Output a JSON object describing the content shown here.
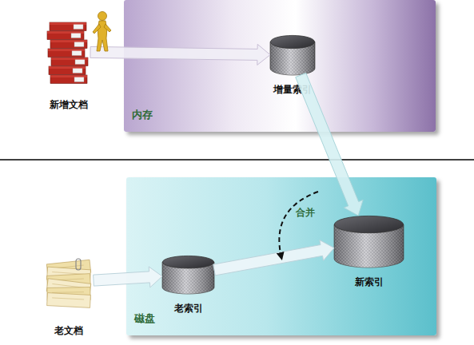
{
  "diagram": {
    "nodes": [
      {
        "text": [
          "新增文档"
        ]
      },
      {
        "text": [
          "内存"
        ]
      },
      {
        "text": [
          "增量索引"
        ],
        "in": 1
      },
      {
        "text": [
          "老文档"
        ]
      },
      {
        "text": [
          "磁盘"
        ]
      },
      {
        "text": [
          "老索引"
        ],
        "in": 4
      },
      {
        "text": [
          "新索引"
        ],
        "in": 4
      }
    ],
    "edges": [
      {
        "from": 0,
        "to": 2,
        "arrow": "to"
      },
      {
        "from": 2,
        "to": 6,
        "arrow": "to"
      },
      {
        "from": 3,
        "to": 5,
        "arrow": "to"
      },
      {
        "from": 5,
        "to": 6,
        "arrow": "to"
      }
    ],
    "labels": [
      "合并"
    ]
  }
}
